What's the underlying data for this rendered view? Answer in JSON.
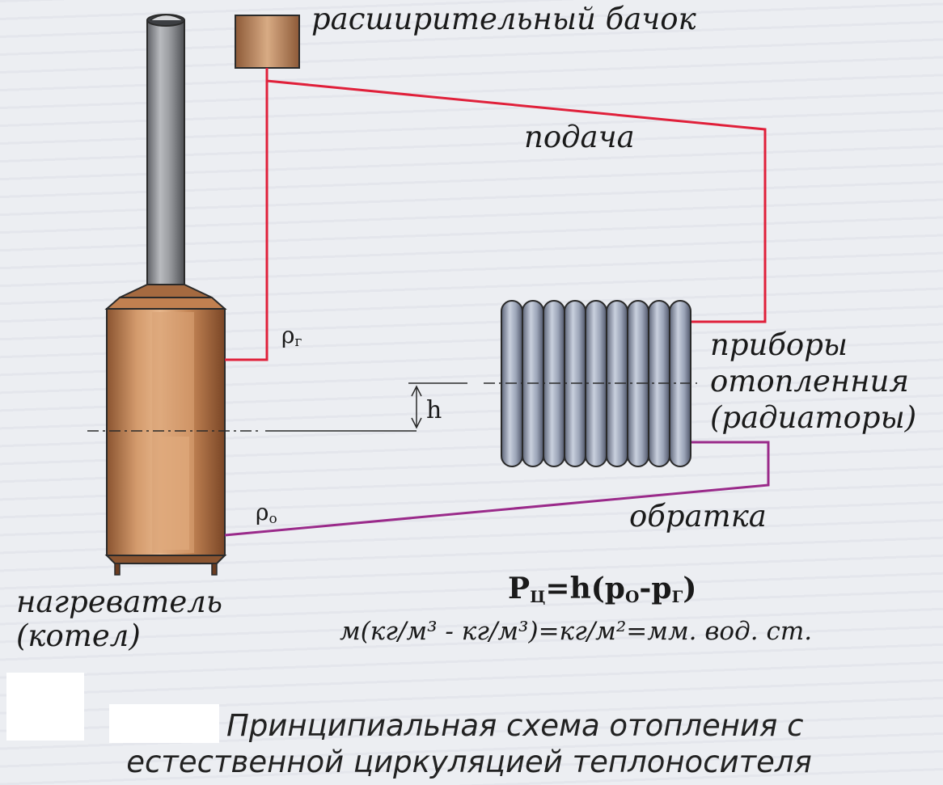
{
  "labels": {
    "expansion_tank": "расширительный бачок",
    "supply": "подача",
    "radiators_line1": "приборы",
    "radiators_line2": "отопленния",
    "radiators_line3": "(радиаторы)",
    "return_line": "обратка",
    "heater_line1": "нагреватель",
    "heater_line2": "(котел)",
    "rho_hot": "ρ",
    "rho_hot_sub": "г",
    "rho_cold": "ρ",
    "rho_cold_sub": "о",
    "height": "h"
  },
  "formula": {
    "lhs": "P",
    "lhs_sub": "Ц",
    "eq": "=h(",
    "p_o": "p",
    "p_o_sub": "О",
    "minus": "-",
    "p_g": "p",
    "p_g_sub": "Г",
    "close": ")"
  },
  "units": "м(кг/м³ - кг/м³)=кг/м²=мм. вод. ст.",
  "caption": {
    "line1": "Принципиальная схема отопления с",
    "line2": "естественной циркуляцией теплоносителя"
  },
  "colors": {
    "supply_pipe": "#e0203a",
    "return_pipe": "#9a2a8a",
    "boiler": "#c8885a",
    "radiator": "#9aa4b8",
    "chimney": "#8c8e92"
  }
}
